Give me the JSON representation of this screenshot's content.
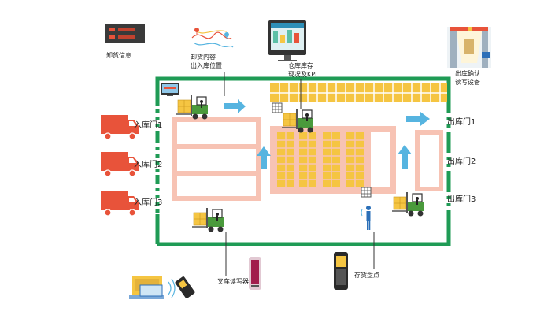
{
  "labels": {
    "unload_info": "卸货信息",
    "unload_content_1": "卸货内容",
    "unload_content_2": "出入库位置",
    "stock_status_1": "仓库库存",
    "stock_status_2": "现况及KPI",
    "outbound_confirm_1": "出库确认",
    "outbound_confirm_2": "读写设备",
    "forklift_reader": "叉车读写器",
    "inventory_check": "存货盘点"
  },
  "inbound_doors": [
    "入库门1",
    "入库门2",
    "入库门3"
  ],
  "outbound_doors": [
    "出库门1",
    "出库门2",
    "出库门3"
  ],
  "screens": {
    "led_board_lines": [
      "",
      ""
    ],
    "monitor_title": ""
  },
  "colors": {
    "wall": "#1f9b55",
    "truck": "#e8533a",
    "rack": "#f7c3b4",
    "goods": "#f5c542",
    "flow_arrow": "#56b4e0",
    "forklift": "#4a9a3c"
  }
}
